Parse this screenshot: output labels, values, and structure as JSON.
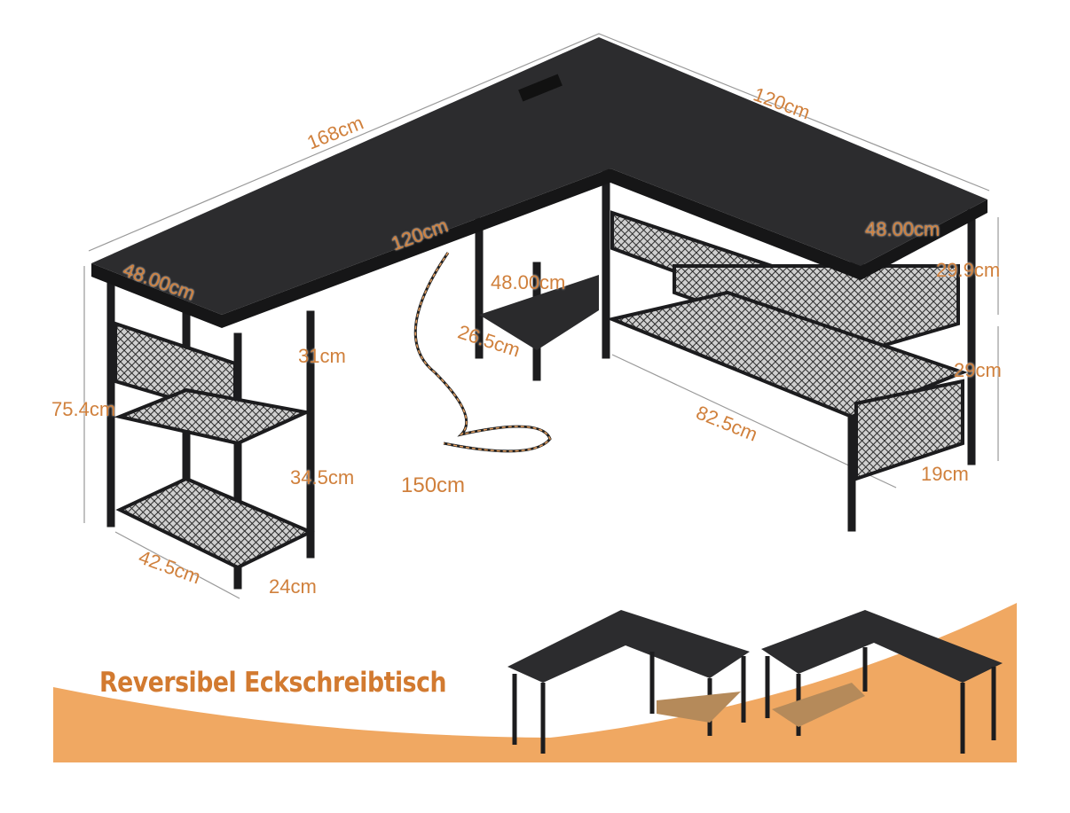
{
  "colors": {
    "label": "#d0803c",
    "banner": "#f0a862",
    "desk": "#2a2a2c",
    "frame": "#1c1c1e"
  },
  "dimensions": {
    "total_width": "168cm",
    "right_wing_length": "120cm",
    "left_wing_length": "120cm",
    "left_depth": "48.00cm",
    "right_depth": "48.00cm",
    "mid_depth": "48.00cm",
    "top_shelf_gap": "29.9cm",
    "lower_shelf_gap": "29cm",
    "mid_shelf_depth": "26.5cm",
    "left_upper_gap": "31cm",
    "left_lower_gap": "34.5cm",
    "height": "75.4cm",
    "right_shelf_length": "82.5cm",
    "cable_length": "150cm",
    "right_shelf_depth": "19cm",
    "left_shelf_width": "42.5cm",
    "left_shelf_depth": "24cm"
  },
  "banner": {
    "title": "Reversibel Eckschreibtisch"
  }
}
